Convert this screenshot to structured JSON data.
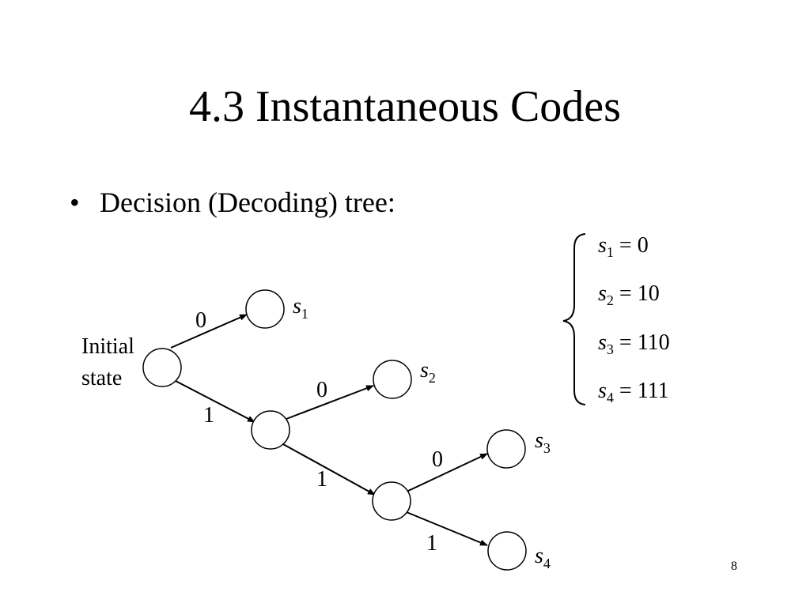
{
  "slide": {
    "title": "4.3 Instantaneous Codes",
    "bullet": "Decision (Decoding) tree:",
    "page_number": "8"
  },
  "tree": {
    "root_label_line1": "Initial",
    "root_label_line2": "state",
    "edge_labels": [
      "0",
      "1",
      "0",
      "1",
      "0",
      "1"
    ],
    "leaves": [
      {
        "sym": "s",
        "sub": "1"
      },
      {
        "sym": "s",
        "sub": "2"
      },
      {
        "sym": "s",
        "sub": "3"
      },
      {
        "sym": "s",
        "sub": "4"
      }
    ]
  },
  "codes": [
    {
      "sym": "s",
      "sub": "1",
      "value": " = 0"
    },
    {
      "sym": "s",
      "sub": "2",
      "value": " = 10"
    },
    {
      "sym": "s",
      "sub": "3",
      "value": " = 110"
    },
    {
      "sym": "s",
      "sub": "4",
      "value": " = 111"
    }
  ]
}
